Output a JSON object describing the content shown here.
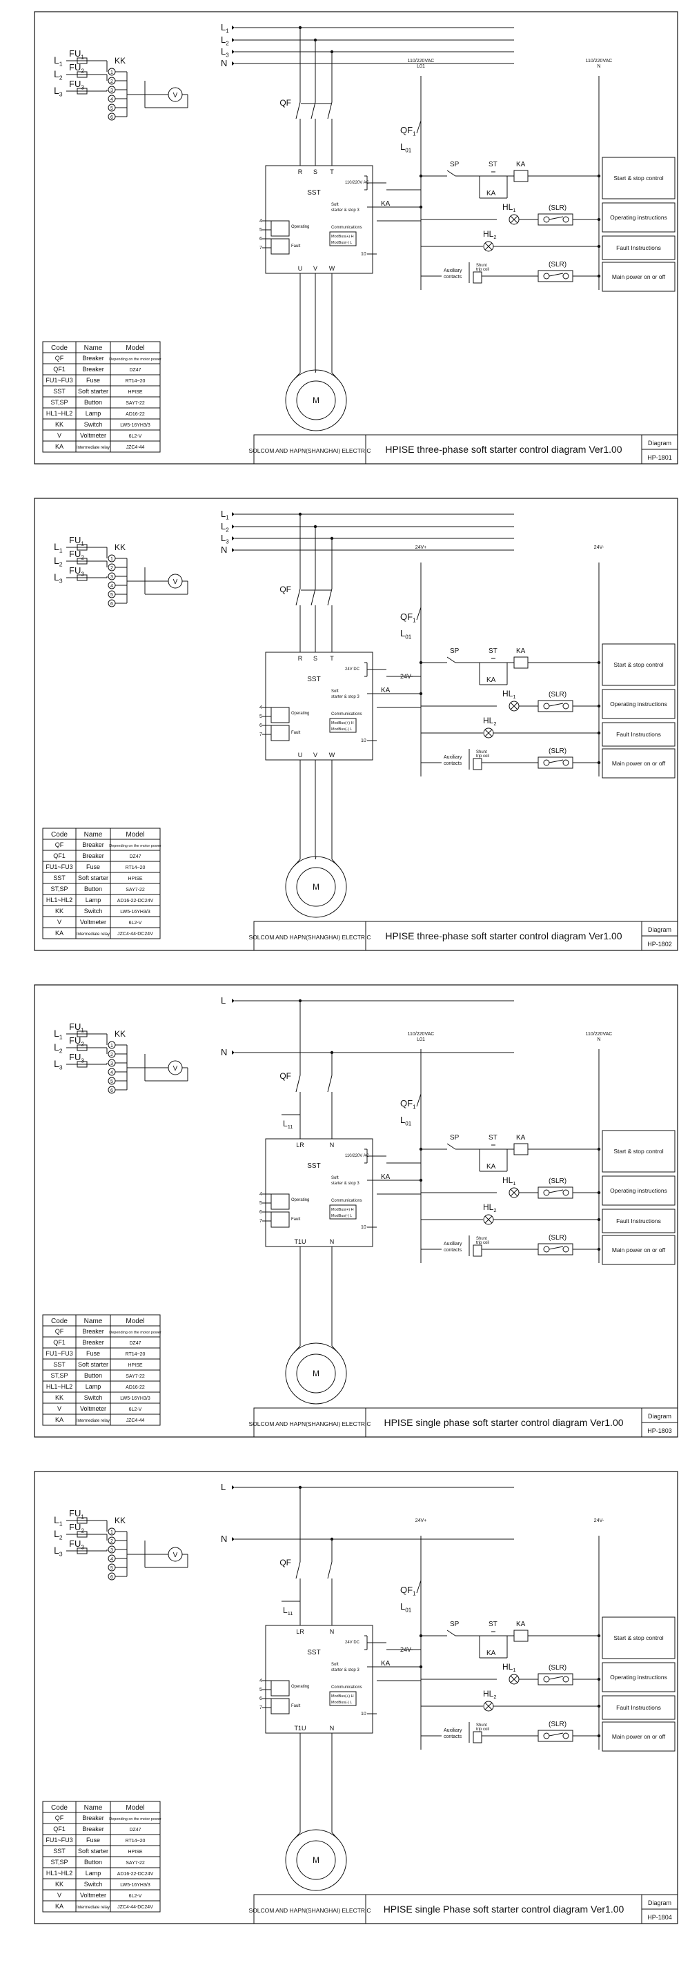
{
  "legend_table": {
    "headers": [
      "Code",
      "Name",
      "Model"
    ],
    "left": "L1",
    "right": ""
  },
  "diagrams": [
    {
      "title": "HPISE three-phase soft starter control diagram Ver1.00",
      "number": "HP-1801",
      "phase": "three",
      "supply_label_left": "110/220VAC",
      "supply_sub_left": "L01",
      "supply_label_right": "110/220VAC",
      "supply_sub_right": "N",
      "sst_supply": "110/220V AC",
      "ka_top_label": "",
      "rows": [
        [
          "QF",
          "Breaker",
          "Depending on the motor power"
        ],
        [
          "QF1",
          "Breaker",
          "DZ47"
        ],
        [
          "FU1~FU3",
          "Fuse",
          "RT14~20"
        ],
        [
          "SST",
          "Soft starter",
          "HPISE"
        ],
        [
          "ST,SP",
          "Button",
          "SAY7-22"
        ],
        [
          "HL1~HL2",
          "Lamp",
          "AD16-22"
        ],
        [
          "KK",
          "Switch",
          "LW5-16YH3/3"
        ],
        [
          "V",
          "Voltmeter",
          "6L2-V"
        ],
        [
          "KA",
          "Intermediate relay",
          "JZC4-44"
        ]
      ]
    },
    {
      "title": "HPISE three-phase soft starter control diagram Ver1.00",
      "number": "HP-1802",
      "phase": "three",
      "supply_label_left": "24V+",
      "supply_sub_left": "",
      "supply_label_right": "24V-",
      "supply_sub_right": "",
      "sst_supply": "24V DC",
      "ka_top_label": "24V-",
      "rows": [
        [
          "QF",
          "Breaker",
          "Depending on the motor power"
        ],
        [
          "QF1",
          "Breaker",
          "DZ47"
        ],
        [
          "FU1~FU3",
          "Fuse",
          "RT14~20"
        ],
        [
          "SST",
          "Soft starter",
          "HPISE"
        ],
        [
          "ST,SP",
          "Button",
          "SAY7-22"
        ],
        [
          "HL1~HL2",
          "Lamp",
          "AD16-22-DC24V"
        ],
        [
          "KK",
          "Switch",
          "LW5-16YH3/3"
        ],
        [
          "V",
          "Voltmeter",
          "6L2-V"
        ],
        [
          "KA",
          "Intermediate relay",
          "JZC4-44-DC24V"
        ]
      ]
    },
    {
      "title": "HPISE single phase  soft starter control diagram Ver1.00",
      "number": "HP-1803",
      "phase": "single",
      "supply_label_left": "110/220VAC",
      "supply_sub_left": "L01",
      "supply_label_right": "110/220VAC",
      "supply_sub_right": "N",
      "sst_supply": "110/220V AC",
      "ka_top_label": "",
      "rows": [
        [
          "QF",
          "Breaker",
          "Depending on the motor power"
        ],
        [
          "QF1",
          "Breaker",
          "DZ47"
        ],
        [
          "FU1~FU3",
          "Fuse",
          "RT14~20"
        ],
        [
          "SST",
          "Soft starter",
          "HPISE"
        ],
        [
          "ST,SP",
          "Button",
          "SAY7-22"
        ],
        [
          "HL1~HL2",
          "Lamp",
          "AD16-22"
        ],
        [
          "KK",
          "Switch",
          "LW5-16YH3/3"
        ],
        [
          "V",
          "Voltmeter",
          "6L2-V"
        ],
        [
          "KA",
          "Intermediate relay",
          "JZC4-44"
        ]
      ]
    },
    {
      "title": "HPISE single  Phase soft starter control diagram Ver1.00",
      "number": "HP-1804",
      "phase": "single",
      "supply_label_left": "24V+",
      "supply_sub_left": "",
      "supply_label_right": "24V-",
      "supply_sub_right": "",
      "sst_supply": "24V DC",
      "ka_top_label": "24V-",
      "rows": [
        [
          "QF",
          "Breaker",
          "Depending on the motor power"
        ],
        [
          "QF1",
          "Breaker",
          "DZ47"
        ],
        [
          "FU1~FU3",
          "Fuse",
          "RT14~20"
        ],
        [
          "SST",
          "Soft starter",
          "HPISE"
        ],
        [
          "ST,SP",
          "Button",
          "SAY7-22"
        ],
        [
          "HL1~HL2",
          "Lamp",
          "AD16-22-DC24V"
        ],
        [
          "KK",
          "Switch",
          "LW5-16YH3/3"
        ],
        [
          "V",
          "Voltmeter",
          "6L2-V"
        ],
        [
          "KA",
          "Intermediate relay",
          "JZC4-44-DC24V"
        ]
      ]
    }
  ],
  "common": {
    "company": "SOLCOM AND HAPN(SHANGHAI) ELECTRIC",
    "diagram_word": "Diagram",
    "phase_labels": [
      "L1",
      "L2",
      "L3",
      "N"
    ],
    "single_phase_labels": [
      "L",
      "N"
    ],
    "fuse_labels": [
      "FU1",
      "FU2",
      "FU3"
    ],
    "kk": "KK",
    "voltmeter": "V",
    "qf": "QF",
    "qf1": "QF1",
    "l01": "L01",
    "l11": "L11",
    "sst": "SST",
    "soft_stop": "Soft starter & stop",
    "communications": "Communications",
    "modbus_h": "ModBus(+) H",
    "modbus_l": "ModBus(-) L",
    "operating": "Operating",
    "fault": "Fault",
    "motor": "M",
    "sp": "SP",
    "st": "ST",
    "ka": "KA",
    "hl1": "HL1",
    "hl2": "HL2",
    "slr": "(SLR)",
    "aux": "Auxiliary contacts",
    "shunt": "Shunt trip coil",
    "terminals_three_top": [
      "R",
      "S",
      "T"
    ],
    "terminals_three_bottom": [
      "U",
      "V",
      "W"
    ],
    "terminals_single_top": [
      "LR",
      "N"
    ],
    "terminals_single_bottom": [
      "T1U",
      "N"
    ],
    "right_boxes": [
      "Start & stop control",
      "Operating instructions",
      "Fault Instructions",
      "Main power on or off"
    ]
  }
}
